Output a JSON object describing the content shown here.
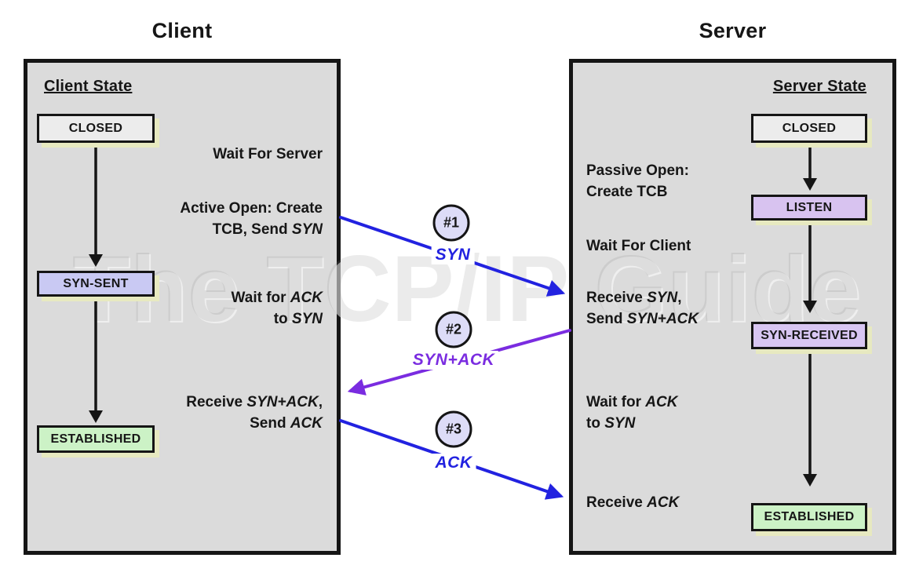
{
  "watermark": "The TCP/IP Guide",
  "colors": {
    "panel_bg": "#dbdbdb",
    "panel_border": "#151515",
    "box_shadow": "#e7e9c0",
    "text": "#161616",
    "blue": "#2222e0",
    "purple": "#7a2ce0",
    "closed_fill": "#ececec",
    "syn_sent_fill": "#c9c9f3",
    "listen_fill": "#d8c3f0",
    "syn_received_fill": "#d8c6f2",
    "established_fill": "#ccf2c6",
    "circle_fill": "#dddcf7"
  },
  "client": {
    "title": "Client",
    "heading": "Client State",
    "states": {
      "closed": "CLOSED",
      "syn_sent": "SYN-SENT",
      "established": "ESTABLISHED"
    },
    "annotations": {
      "wait_server": [
        [
          {
            "t": "Wait For Server"
          }
        ]
      ],
      "active_open": [
        [
          {
            "t": "Active Open: Create"
          }
        ],
        [
          {
            "t": "TCB, Send "
          },
          {
            "t": "SYN",
            "i": true
          }
        ]
      ],
      "wait_ack": [
        [
          {
            "t": "Wait for "
          },
          {
            "t": "ACK",
            "i": true
          }
        ],
        [
          {
            "t": "to "
          },
          {
            "t": "SYN",
            "i": true
          }
        ]
      ],
      "receive_synack": [
        [
          {
            "t": "Receive "
          },
          {
            "t": "SYN+ACK",
            "i": true
          },
          {
            "t": ","
          }
        ],
        [
          {
            "t": "Send "
          },
          {
            "t": "ACK",
            "i": true
          }
        ]
      ]
    }
  },
  "server": {
    "title": "Server",
    "heading": "Server State",
    "states": {
      "closed": "CLOSED",
      "listen": "LISTEN",
      "syn_received": "SYN-RECEIVED",
      "established": "ESTABLISHED"
    },
    "annotations": {
      "passive_open": [
        [
          {
            "t": "Passive Open:"
          }
        ],
        [
          {
            "t": "Create TCB"
          }
        ]
      ],
      "wait_client": [
        [
          {
            "t": "Wait For Client"
          }
        ]
      ],
      "receive_syn": [
        [
          {
            "t": "Receive "
          },
          {
            "t": "SYN",
            "i": true
          },
          {
            "t": ","
          }
        ],
        [
          {
            "t": "Send "
          },
          {
            "t": "SYN+ACK",
            "i": true
          }
        ]
      ],
      "wait_ack": [
        [
          {
            "t": "Wait for "
          },
          {
            "t": "ACK",
            "i": true
          }
        ],
        [
          {
            "t": "to "
          },
          {
            "t": "SYN",
            "i": true
          }
        ]
      ],
      "receive_ack": [
        [
          {
            "t": "Receive "
          },
          {
            "t": "ACK",
            "i": true
          }
        ]
      ]
    }
  },
  "messages": [
    {
      "num": "#1",
      "label": "SYN",
      "direction": "client-to-server"
    },
    {
      "num": "#2",
      "label": "SYN+ACK",
      "direction": "server-to-client"
    },
    {
      "num": "#3",
      "label": "ACK",
      "direction": "client-to-server"
    }
  ]
}
